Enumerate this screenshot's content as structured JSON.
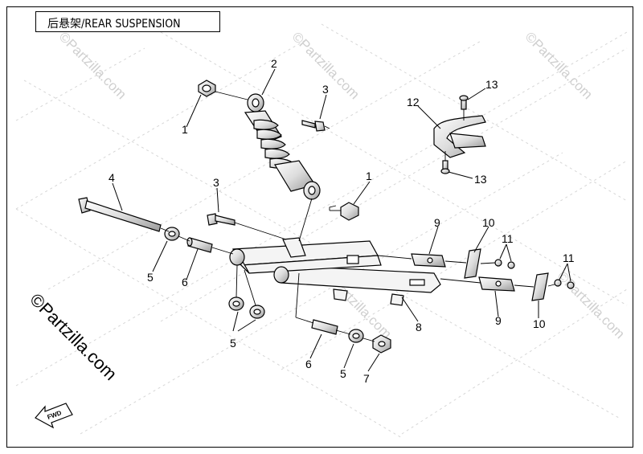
{
  "title": "后悬架/REAR SUSPENSION",
  "watermark": "©Partzilla.com",
  "fwd_label": "FWD",
  "callouts": [
    "1",
    "2",
    "3",
    "4",
    "3",
    "1",
    "5",
    "6",
    "5",
    "6",
    "5",
    "7",
    "8",
    "9",
    "9",
    "10",
    "10",
    "11",
    "11",
    "12",
    "13",
    "13"
  ],
  "colors": {
    "line": "#000000",
    "watermark": "#cfcfcf"
  }
}
